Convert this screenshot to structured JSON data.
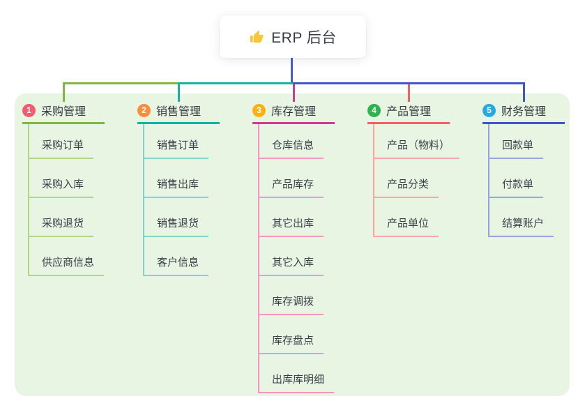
{
  "root": {
    "label": "ERP 后台",
    "icon": "thumbs-up-icon",
    "icon_color": "#F8C63D",
    "connector_color": "#4A5BD2"
  },
  "panel": {
    "background_color": "#E9F5E3"
  },
  "branches": [
    {
      "badge": "1",
      "badge_color": "#F25B70",
      "label": "采购管理",
      "color": "#7FB840",
      "light_color": "#AFD586",
      "children": [
        "采购订单",
        "采购入库",
        "采购退货",
        "供应商信息"
      ]
    },
    {
      "badge": "2",
      "badge_color": "#F78E3D",
      "label": "销售管理",
      "color": "#14B3A5",
      "light_color": "#7ED4CB",
      "children": [
        "销售订单",
        "销售出库",
        "销售退货",
        "客户信息"
      ]
    },
    {
      "badge": "3",
      "badge_color": "#F9B115",
      "label": "库存管理",
      "color": "#D23A92",
      "light_color": "#F096C8",
      "children": [
        "仓库信息",
        "产品库存",
        "其它出库",
        "其它入库",
        "库存调拨",
        "库存盘点",
        "出库库明细"
      ]
    },
    {
      "badge": "4",
      "badge_color": "#2FB34F",
      "label": "产品管理",
      "color": "#F85D63",
      "light_color": "#FBA4A7",
      "children": [
        "产品（物料）",
        "产品分类",
        "产品单位"
      ]
    },
    {
      "badge": "5",
      "badge_color": "#29A9E1",
      "label": "财务管理",
      "color": "#3E56CB",
      "light_color": "#94A5E5",
      "children": [
        "回款单",
        "付款单",
        "结算账户"
      ]
    }
  ]
}
